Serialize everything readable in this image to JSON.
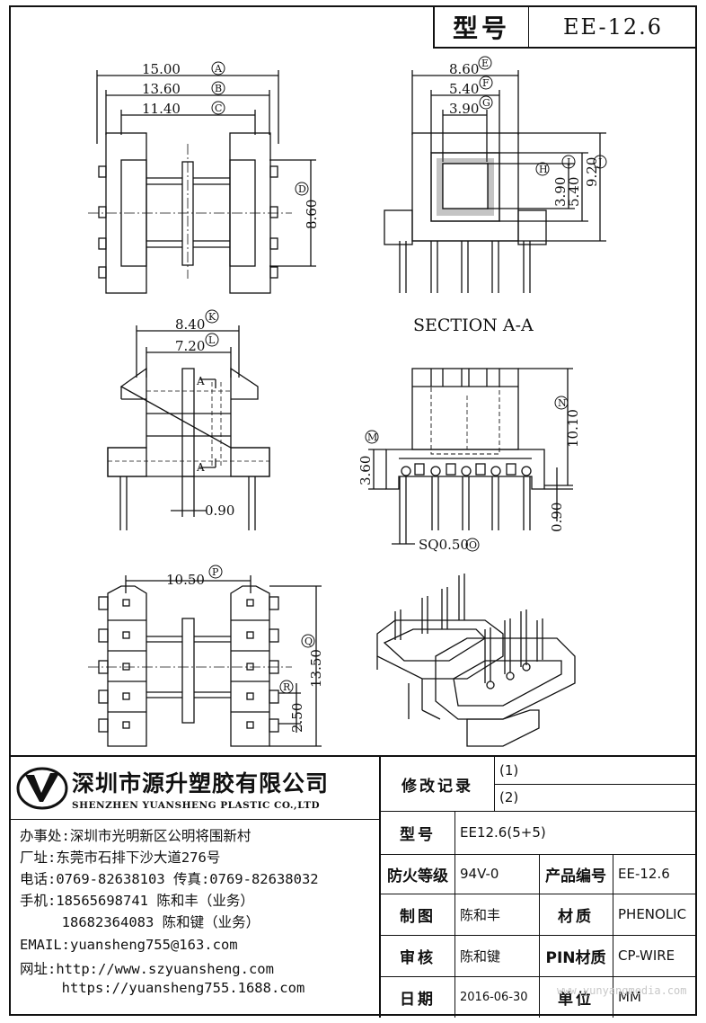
{
  "title_block": {
    "model_label": "型号",
    "model_value": "EE-12.6"
  },
  "dimensions": {
    "top_view": [
      {
        "value": "15.00",
        "label": "A"
      },
      {
        "value": "13.60",
        "label": "B"
      },
      {
        "value": "11.40",
        "label": "C"
      },
      {
        "value": "8.60",
        "label": "D"
      }
    ],
    "section_view": [
      {
        "value": "8.60",
        "label": "E"
      },
      {
        "value": "5.40",
        "label": "F"
      },
      {
        "value": "3.90",
        "label": "G"
      },
      {
        "value": "3.90",
        "label": "H"
      },
      {
        "value": "5.40",
        "label": "I"
      },
      {
        "value": "9.20",
        "label": "J"
      }
    ],
    "section_caption": "SECTION A-A",
    "front_view": [
      {
        "value": "8.40",
        "label": "K"
      },
      {
        "value": "7.20",
        "label": "L"
      },
      {
        "value": "0.90",
        "label": ""
      },
      {
        "value": "A",
        "label": ""
      }
    ],
    "side_view": [
      {
        "value": "3.60",
        "label": "M"
      },
      {
        "value": "10.10",
        "label": "N"
      },
      {
        "value": "0.90",
        "label": ""
      },
      {
        "value": "SQ0.50",
        "label": "O"
      }
    ],
    "bottom_view": [
      {
        "value": "10.50",
        "label": "P"
      },
      {
        "value": "13.50",
        "label": "Q"
      },
      {
        "value": "2.50",
        "label": "R"
      }
    ]
  },
  "company": {
    "name_cn": "深圳市源升塑胶有限公司",
    "name_en": "SHENZHEN YUANSHENG PLASTIC CO.,LTD",
    "office": "办事处:深圳市光明新区公明将围新村",
    "factory": "厂址:东莞市石排下沙大道276号",
    "phone": "电话:0769-82638103 传真:0769-82638032",
    "mobile1": "手机:18565698741 陈和丰（业务）",
    "mobile2": "     18682364083 陈和键（业务）",
    "email": "EMAIL:yuansheng755@163.com",
    "web1": "网址:http://www.szyuansheng.com",
    "web2": "     https://yuansheng755.1688.com"
  },
  "revision": {
    "label": "修改记录",
    "rows": [
      "(1)",
      "(2)"
    ]
  },
  "spec": {
    "model_label": "型号",
    "model_value": "EE12.6(5+5)",
    "fire_label": "防火等级",
    "fire_value": "94V-0",
    "code_label": "产品编号",
    "code_value": "EE-12.6",
    "drawn_label": "制图",
    "drawn_value": "陈和丰",
    "material_label": "材质",
    "material_value": "PHENOLIC",
    "check_label": "审核",
    "check_value": "陈和键",
    "pin_label": "PIN材质",
    "pin_value": "CP-WIRE",
    "date_label": "日期",
    "date_value": "2016-06-30",
    "unit_label": "单位",
    "unit_value": "MM"
  },
  "watermark": "www.yunyangmedia.com"
}
